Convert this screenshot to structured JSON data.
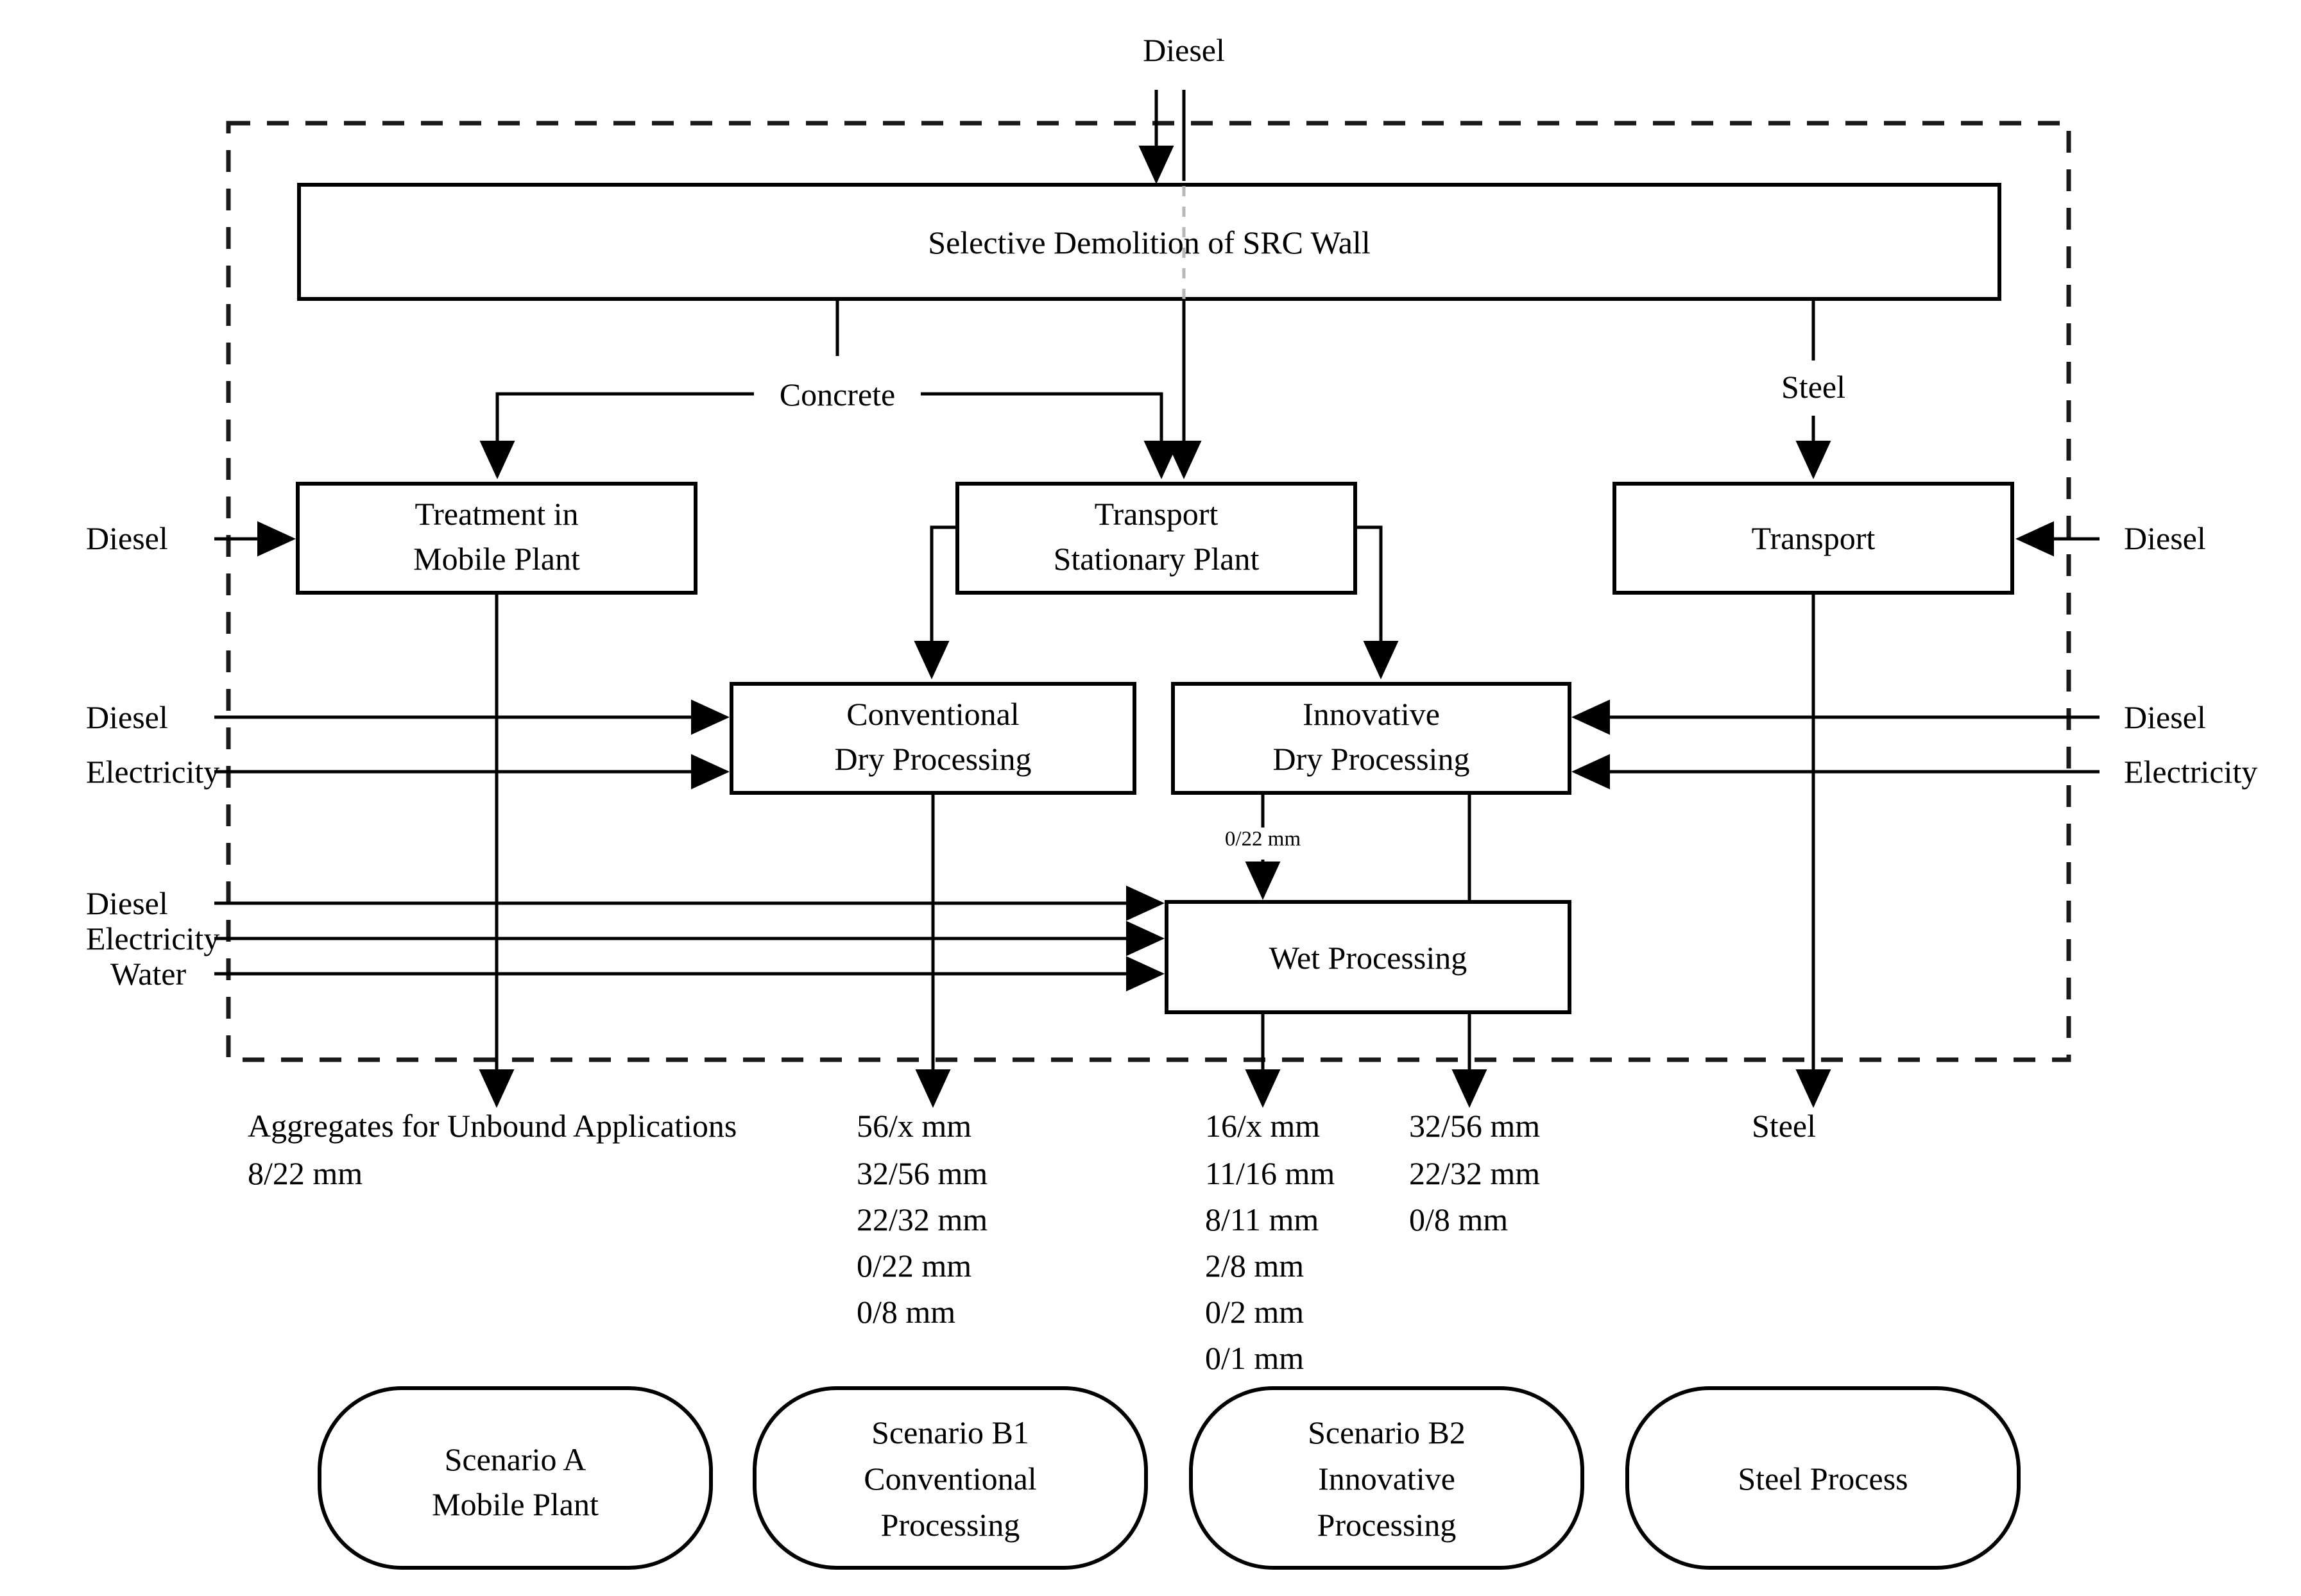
{
  "diagram": {
    "title": "Selective demolition and recycling process flow for SRC wall",
    "system_boundary": "dashed-rectangle",
    "top_input": {
      "label": "Diesel"
    },
    "process_boxes": [
      {
        "id": "selective-demolition",
        "lines": [
          "Selective Demolition of SRC Wall"
        ]
      },
      {
        "id": "treatment-mobile-plant",
        "lines": [
          "Treatment in",
          "Mobile Plant"
        ]
      },
      {
        "id": "transport-stationary-plant",
        "lines": [
          "Transport",
          "Stationary Plant"
        ]
      },
      {
        "id": "transport-steel",
        "lines": [
          "Transport"
        ]
      },
      {
        "id": "conventional-dry-processing",
        "lines": [
          "Conventional",
          "Dry Processing"
        ]
      },
      {
        "id": "innovative-dry-processing",
        "lines": [
          "Innovative",
          "Dry Processing"
        ]
      },
      {
        "id": "wet-processing",
        "lines": [
          "Wet Processing"
        ]
      }
    ],
    "flow_labels": {
      "concrete": "Concrete",
      "steel_mid": "Steel",
      "fraction_to_wet": "0/22 mm"
    },
    "input_labels_left": {
      "mobile_diesel": "Diesel",
      "conventional_diesel": "Diesel",
      "conventional_electricity": "Electricity",
      "wet_diesel": "Diesel",
      "wet_electricity": "Electricity",
      "wet_water": "Water"
    },
    "input_labels_right": {
      "transport_diesel": "Diesel",
      "innovative_diesel": "Diesel",
      "innovative_electricity": "Electricity"
    },
    "outputs": [
      {
        "id": "mobile-plant-output",
        "lines": [
          "Aggregates for Unbound Applications",
          "8/22 mm"
        ]
      },
      {
        "id": "conventional-output",
        "lines": [
          "56/x mm",
          "32/56 mm",
          "22/32 mm",
          "0/22 mm",
          "0/8 mm"
        ]
      },
      {
        "id": "wet-processing-output",
        "lines": [
          "16/x mm",
          "11/16 mm",
          "8/11 mm",
          "2/8 mm",
          "0/2 mm",
          "0/1 mm"
        ]
      },
      {
        "id": "innovative-output",
        "lines": [
          "32/56 mm",
          "22/32 mm",
          "0/8 mm"
        ]
      },
      {
        "id": "steel-output",
        "lines": [
          "Steel"
        ]
      }
    ],
    "scenarios": [
      {
        "id": "scenario-a",
        "lines": [
          "Scenario A",
          "Mobile Plant"
        ]
      },
      {
        "id": "scenario-b1",
        "lines": [
          "Scenario B1",
          "Conventional",
          "Processing"
        ]
      },
      {
        "id": "scenario-b2",
        "lines": [
          "Scenario B2",
          "Innovative",
          "Processing"
        ]
      },
      {
        "id": "steel-process",
        "lines": [
          "Steel Process"
        ]
      }
    ],
    "colors": {
      "stroke": "#000000",
      "fill": "#ffffff",
      "boundary": "#1a1a1a",
      "ghost": "#b8b8b8"
    }
  }
}
